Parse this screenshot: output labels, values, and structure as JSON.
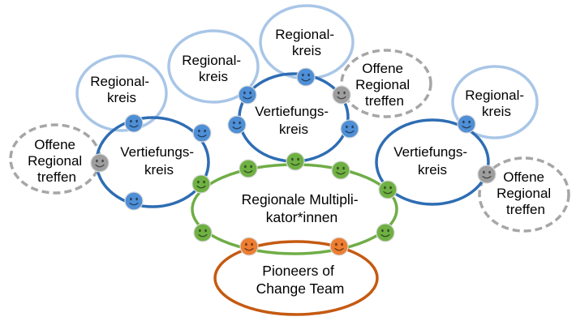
{
  "colors": {
    "regional": "#a9c6e7",
    "vertiefung": "#2e6db3",
    "offene": "#a6a6a6",
    "multiplikator": "#70ad47",
    "pioneers": "#c55a11",
    "face_blue": "#4f8fd6",
    "face_gray": "#9e9e9e",
    "face_green": "#6fb043",
    "face_orange": "#ed7d31"
  },
  "circles": {
    "regional_1": [
      "Regional-",
      "kreis"
    ],
    "regional_2": [
      "Regional-",
      "kreis"
    ],
    "regional_3": [
      "Regional-",
      "kreis"
    ],
    "regional_4": [
      "Regional-",
      "kreis"
    ],
    "offene_1": [
      "Offene",
      "Regional",
      "treffen"
    ],
    "offene_2": [
      "Offene",
      "Regional",
      "treffen"
    ],
    "offene_3": [
      "Offene",
      "Regional",
      "treffen"
    ],
    "vertiefung_1": [
      "Vertiefungs-",
      "kreis"
    ],
    "vertiefung_2": [
      "Vertiefungs-",
      "kreis"
    ],
    "vertiefung_3": [
      "Vertiefungs-",
      "kreis"
    ],
    "multiplikator": [
      "Regionale Multipli-",
      "kator*innen"
    ],
    "pioneers": [
      "Pioneers of",
      "Change Team"
    ]
  },
  "icons": {
    "smiley": "smiley-face-icon"
  }
}
